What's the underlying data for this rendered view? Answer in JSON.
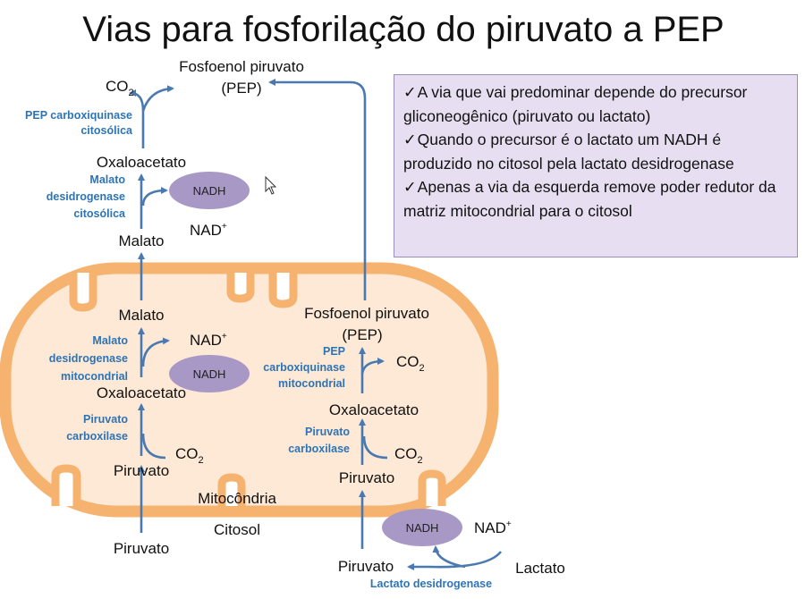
{
  "title": "Vias para fosforilação do piruvato a PEP",
  "colors": {
    "accent": "#2e74b5",
    "mitochondria_fill": "#fde9d6",
    "mitochondria_border": "#f6b36f",
    "box_fill": "#e7def1",
    "nadh_fill": "#a898c6"
  },
  "icons": {
    "check": "✓"
  },
  "compartments": {
    "mitochondria": "Mitocôndria",
    "cytosol": "Citosol"
  },
  "left": {
    "co2": "CO",
    "co2_sub": "2",
    "pep_line1": "Fosfoenol piruvato",
    "pep_line2": "(PEP)",
    "pepck_line1": "PEP carboxiquinase",
    "pepck_line2": "citosólica",
    "oaa_cyto": "Oxaloacetato",
    "mdh_cyto_line1": "Malato",
    "mdh_cyto_line2": "desidrogenase",
    "mdh_cyto_line3": "citosólica",
    "nadh_cyto": "NADH",
    "nad_cyto": "NAD",
    "nad_cyto_sup": "+",
    "malate_cyto": "Malato",
    "malate_mito": "Malato",
    "mdh_mito_line1": "Malato",
    "mdh_mito_line2": "desidrogenase",
    "mdh_mito_line3": "mitocondrial",
    "nad_mito": "NAD",
    "nad_mito_sup": "+",
    "nadh_mito": "NADH",
    "oaa_mito": "Oxaloacetato",
    "pc_line1": "Piruvato",
    "pc_line2": "carboxilase",
    "co2_mito": "CO",
    "co2_mito_sub": "2",
    "pyr_mito": "Piruvato",
    "pyr_cyto": "Piruvato"
  },
  "right": {
    "pep_line1": "Fosfoenol piruvato",
    "pep_line2": "(PEP)",
    "pepck_line1": "PEP",
    "pepck_line2": "carboxiquinase",
    "pepck_line3": "mitocondrial",
    "co2_top": "CO",
    "co2_top_sub": "2",
    "oaa": "Oxaloacetato",
    "pc_line1": "Piruvato",
    "pc_line2": "carboxilase",
    "co2_bottom": "CO",
    "co2_bottom_sub": "2",
    "pyr_mito": "Piruvato",
    "nadh": "NADH",
    "nad": "NAD",
    "nad_sup": "+",
    "pyr_cyto": "Piruvato",
    "lactate": "Lactato",
    "ldh": "Lactato desidrogenase"
  },
  "info": [
    "A via que vai predominar depende do precursor gliconeogênico (piruvato ou lactato)",
    "Quando o precursor é o lactato um NADH é produzido no citosol pela lactato desidrogenase",
    "Apenas a via da esquerda remove poder redutor da matriz mitocondrial para o citosol"
  ]
}
